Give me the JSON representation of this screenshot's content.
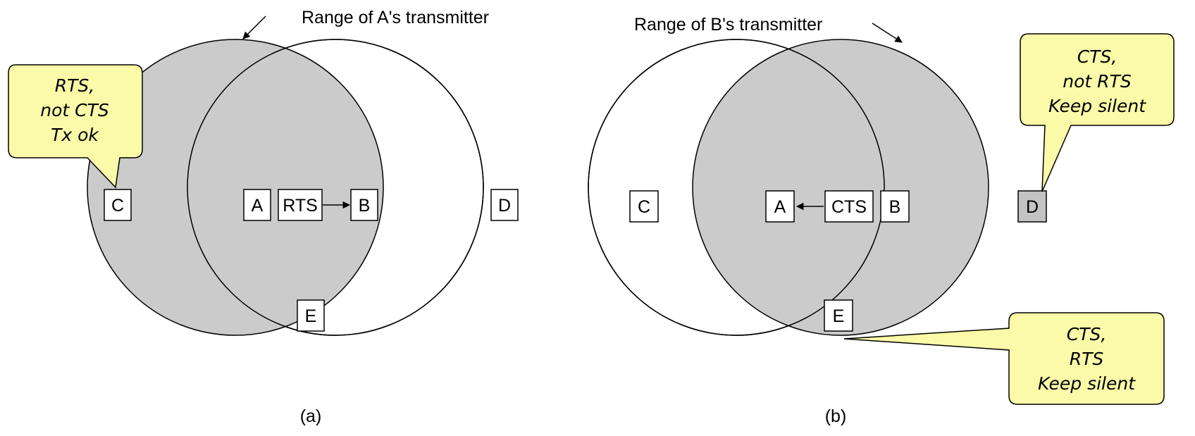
{
  "colors": {
    "range_fill": "#cbcbcb",
    "callout_fill": "#fafaa8",
    "stroke": "#000000",
    "node_fill": "#ffffff"
  },
  "panel_a": {
    "range_label": "Range of A's transmitter",
    "caption": "(a)",
    "nodes": {
      "a": "A",
      "b": "B",
      "c": "C",
      "d": "D",
      "e": "E"
    },
    "message": "RTS",
    "callout_c": [
      "RTS,",
      "not CTS",
      "Tx ok"
    ]
  },
  "panel_b": {
    "range_label": "Range of B's transmitter",
    "caption": "(b)",
    "nodes": {
      "a": "A",
      "b": "B",
      "c": "C",
      "d": "D",
      "e": "E"
    },
    "message": "CTS",
    "callout_d": [
      "CTS,",
      "not RTS",
      "Keep silent"
    ],
    "callout_e": [
      "CTS,",
      "RTS",
      "Keep silent"
    ]
  }
}
